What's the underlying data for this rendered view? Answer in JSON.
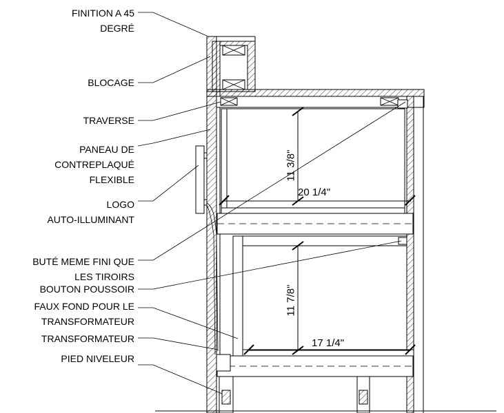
{
  "labels": {
    "finition_line1": "FINITION A 45",
    "finition_line2": "DEGRÉ",
    "blocage": "BLOCAGE",
    "traverse": "TRAVERSE",
    "paneau_line1": "PANEAU DE",
    "paneau_line2": "CONTREPLAQUÉ",
    "paneau_line3": "FLEXIBLE",
    "logo_line1": "LOGO",
    "logo_line2": "AUTO-ILLUMINANT",
    "bute_line1": "BUTÉ MEME FINI QUE",
    "bute_line2": "LES TIROIRS",
    "bouton": "BOUTON POUSSOIR",
    "faux_line1": "FAUX FOND POUR LE",
    "faux_line2": "TRANSFORMATEUR",
    "transformateur": "TRANSFORMATEUR",
    "pied": "PIED NIVELEUR"
  },
  "dimensions": {
    "upper_height": "11 3/8\"",
    "upper_width": "20 1/4\"",
    "lower_height": "11 7/8\"",
    "lower_width": "17 1/4\""
  }
}
